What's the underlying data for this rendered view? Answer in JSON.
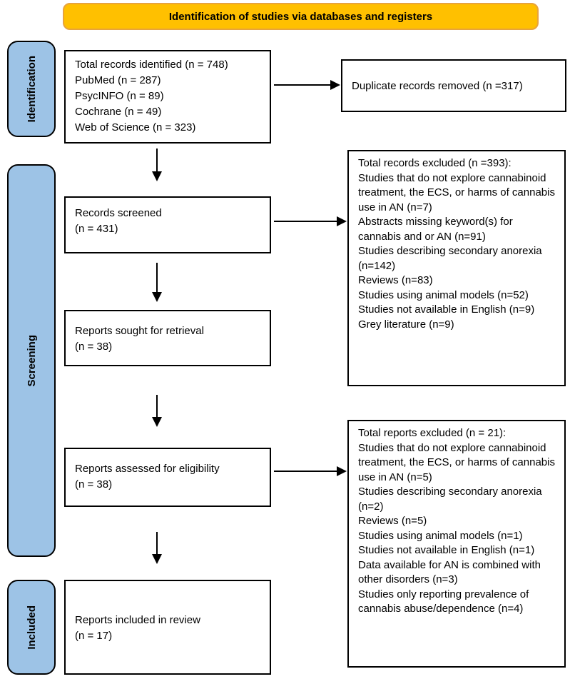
{
  "banner": {
    "label": "Identification of studies via databases and registers"
  },
  "colors": {
    "banner_fill": "#FFC000",
    "banner_border": "#E7A33D",
    "stage_fill": "#9DC3E6"
  },
  "stages": [
    {
      "label": "Identification"
    },
    {
      "label": "Screening"
    },
    {
      "label": "Included"
    }
  ],
  "flow_boxes": {
    "records_identified": {
      "lines": [
        "Total records identified (n = 748)",
        "PubMed (n = 287)",
        "PsycINFO (n = 89)",
        "Cochrane (n = 49)",
        "Web of Science (n = 323)"
      ]
    },
    "records_screened": {
      "lines": [
        "Records screened",
        "(n = 431)"
      ]
    },
    "reports_sought": {
      "lines": [
        "Reports sought for retrieval",
        "(n = 38)"
      ]
    },
    "reports_assessed": {
      "lines": [
        "Reports assessed for eligibility",
        "(n = 38)"
      ]
    },
    "reports_included": {
      "lines": [
        "Reports included in review",
        "(n = 17)"
      ]
    }
  },
  "side_boxes": {
    "duplicates_removed": {
      "lines": [
        "Duplicate records removed (n =317)"
      ]
    },
    "records_excluded": {
      "lines": [
        "Total records excluded (n =393):",
        "Studies that do not explore cannabinoid treatment, the ECS, or harms of cannabis use in AN (n=7)",
        "Abstracts missing keyword(s) for cannabis and or AN (n=91)",
        "Studies describing secondary anorexia (n=142)",
        "Reviews (n=83)",
        "Studies using animal models (n=52)",
        "Studies not available in English (n=9)",
        "Grey literature (n=9)"
      ]
    },
    "reports_excluded": {
      "lines": [
        "Total reports excluded (n = 21):",
        "Studies that do not explore cannabinoid treatment, the ECS, or harms of cannabis use in AN (n=5)",
        "Studies describing secondary anorexia (n=2)",
        "Reviews (n=5)",
        "Studies using animal models (n=1)",
        "Studies not available in English (n=1)",
        "Data available for AN is combined with other disorders (n=3)",
        "Studies only reporting prevalence of cannabis abuse/dependence (n=4)"
      ]
    }
  }
}
